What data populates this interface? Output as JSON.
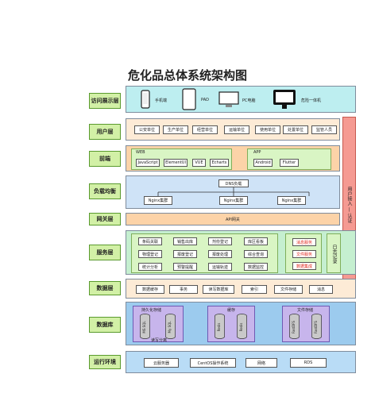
{
  "title": "危化品总体系统架构图",
  "layers": {
    "access": {
      "label": "访问展示层",
      "devices": [
        "手机端",
        "PAD",
        "PC电脑",
        "危险一体机"
      ]
    },
    "user": {
      "label": "用户层",
      "items": [
        "公安单位",
        "生产单位",
        "经营单位",
        "运输单位",
        "使用单位",
        "处置单位",
        "监管人员"
      ]
    },
    "frontend": {
      "label": "前端",
      "web": {
        "title": "WEB",
        "items": [
          "JavaScript",
          "ElementUI",
          "VUE",
          "Echarts"
        ]
      },
      "app": {
        "title": "APP",
        "items": [
          "Android",
          "Flutter"
        ]
      }
    },
    "lb": {
      "label": "负载均衡",
      "dns": "DNS负载",
      "clusters": [
        "Nginx集群",
        "Nginx集群",
        "Nginx集群"
      ]
    },
    "gateway": {
      "label": "网关层",
      "item": "API网关"
    },
    "service": {
      "label": "服务层",
      "grid": [
        "条码关联",
        "销售出库",
        "剂份登记",
        "库区看板",
        "物理登记",
        "报废登记",
        "报废处理",
        "综合查询",
        "统计分析",
        "预警提醒",
        "运输轨迹",
        "数据监控"
      ],
      "mq": [
        "消息服务",
        "文件服务",
        "数据集成"
      ],
      "log": "日志记录"
    },
    "data": {
      "label": "数据层",
      "items": [
        "数据缓存",
        "事务",
        "读写数据库",
        "索引",
        "文件存储",
        "消息"
      ]
    },
    "db": {
      "label": "数据库",
      "groups": [
        {
          "title": "持久化存储",
          "cyls": [
            "MS SQL",
            "My SQL"
          ],
          "note": "读写分离"
        },
        {
          "title": "缓存",
          "cyls": [
            "Redis",
            "Redis"
          ],
          "note": ""
        },
        {
          "title": "文件存储",
          "cyls": [
            "FastDFS",
            "FastDFS"
          ],
          "note": ""
        }
      ]
    },
    "runtime": {
      "label": "运行环境",
      "items": [
        "云服务器",
        "CentOS操作系统",
        "网络",
        "RDS"
      ]
    }
  },
  "side": "用户接入 — 认证",
  "colors": {
    "access": "#bdeef0",
    "user": "#fdebd6",
    "frontend": "#fcd3a8",
    "lb": "#cfe3f7",
    "gateway": "#fcd3a8",
    "service": "#c5efd0",
    "data": "#fdebd6",
    "db": "#9ccbee",
    "runtime": "#b9dcf6",
    "side": "#f59a92",
    "label": "#d2f0a6",
    "group": "#d9f5c4",
    "mq_text": "#e0261c",
    "cyl_fill": "#c9c9c9"
  }
}
